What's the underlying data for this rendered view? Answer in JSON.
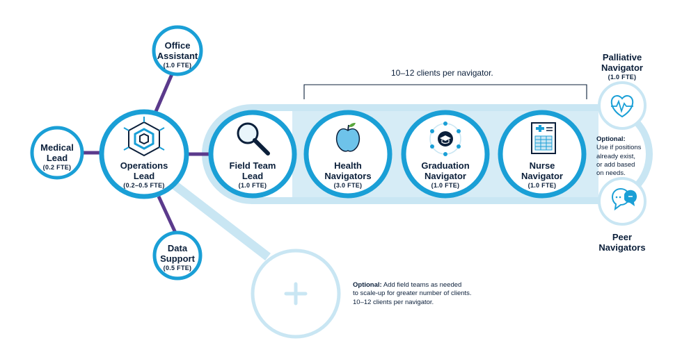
{
  "colors": {
    "blue": "#1a9fd6",
    "light_blue": "#c9e6f3",
    "purple": "#5b3a8c",
    "navy": "#0b1f3a"
  },
  "nodes": {
    "office_assistant": {
      "name_lines": [
        "Office",
        "Assistant"
      ],
      "fte": "(1.0 FTE)"
    },
    "medical_lead": {
      "name_lines": [
        "Medical",
        "Lead"
      ],
      "fte": "(0.2 FTE)"
    },
    "operations_lead": {
      "name_lines": [
        "Operations",
        "Lead"
      ],
      "fte": "(0.2–0.5 FTE)",
      "icon": "hexagon-network-icon"
    },
    "data_support": {
      "name_lines": [
        "Data",
        "Support"
      ],
      "fte": "(0.5 FTE)"
    },
    "field_team_lead": {
      "name_lines": [
        "Field Team",
        "Lead"
      ],
      "fte": "(1.0 FTE)",
      "icon": "magnifying-glass-icon"
    },
    "health_navigators": {
      "name_lines": [
        "Health",
        "Navigators"
      ],
      "fte": "(3.0 FTE)",
      "icon": "apple-icon"
    },
    "graduation_navigator": {
      "name_lines": [
        "Graduation",
        "Navigator"
      ],
      "fte": "(1.0 FTE)",
      "icon": "graduation-cap-network-icon"
    },
    "nurse_navigator": {
      "name_lines": [
        "Nurse",
        "Navigator"
      ],
      "fte": "(1.0 FTE)",
      "icon": "medical-chart-icon"
    },
    "palliative_navigator": {
      "name_lines": [
        "Palliative",
        "Navigator"
      ],
      "fte": "(1.0 FTE)",
      "icon": "heart-pulse-icon"
    },
    "peer_navigators": {
      "name_lines": [
        "Peer",
        "Navigators"
      ],
      "icon": "chat-bubbles-icon"
    },
    "add_team": {
      "icon": "plus-icon"
    }
  },
  "range_label": "10–12 clients per navigator.",
  "notes": {
    "optional_positions": {
      "label": "Optional:",
      "lines": [
        "Use if positions",
        "already exist,",
        "or add based",
        "on needs."
      ]
    },
    "optional_field_teams": {
      "label": "Optional:",
      "first_line": "Add field teams as needed",
      "lines": [
        "to scale-up for greater number of clients.",
        "10–12 clients per navigator."
      ]
    }
  }
}
